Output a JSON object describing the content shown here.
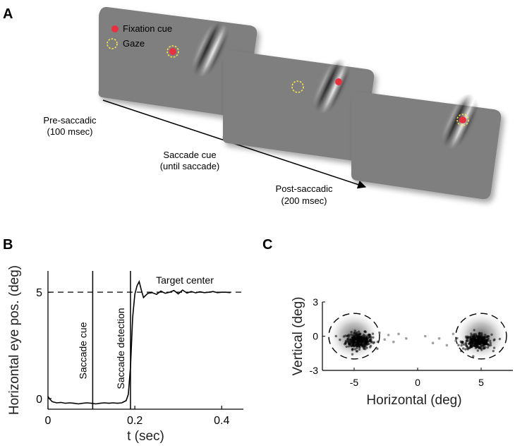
{
  "panels": {
    "a": "A",
    "b": "B",
    "c": "C"
  },
  "panel_a": {
    "legend": {
      "fixation": "Fixation cue",
      "gaze": "Gaze"
    },
    "phases": [
      {
        "line1": "Pre-saccadic",
        "line2": "(100 msec)"
      },
      {
        "line1": "Saccade cue",
        "line2": "(until saccade)"
      },
      {
        "line1": "Post-saccadic",
        "line2": "(200 msec)"
      }
    ],
    "colors": {
      "screen": "#7f7f7f",
      "fixation": "#e8303f",
      "gaze": "#ffe94a"
    }
  },
  "chart_data": [
    {
      "type": "line",
      "panel": "B",
      "xlabel": "t (sec)",
      "ylabel": "Horizontal eye pos. (deg)",
      "xlim": [
        0,
        0.45
      ],
      "ylim": [
        -0.5,
        6
      ],
      "xticks": [
        0,
        0.2,
        0.4
      ],
      "xtick_labels": [
        "0",
        "0.2",
        "0.4"
      ],
      "yticks": [
        0,
        5
      ],
      "ytick_labels": [
        "0",
        "5"
      ],
      "series": [
        {
          "x": [
            0,
            0.005,
            0.01,
            0.02,
            0.03,
            0.04,
            0.05,
            0.06,
            0.07,
            0.08,
            0.09,
            0.1,
            0.11,
            0.12,
            0.13,
            0.14,
            0.15,
            0.16,
            0.17,
            0.175,
            0.18,
            0.185,
            0.19,
            0.195,
            0.2,
            0.205,
            0.21,
            0.215,
            0.22,
            0.225,
            0.23,
            0.24,
            0.25,
            0.26,
            0.27,
            0.28,
            0.29,
            0.3,
            0.31,
            0.32,
            0.33,
            0.34,
            0.35,
            0.36,
            0.37,
            0.38,
            0.39,
            0.4,
            0.41,
            0.42
          ],
          "y": [
            0.1,
            -0.05,
            -0.15,
            -0.2,
            -0.18,
            -0.22,
            -0.2,
            -0.22,
            -0.25,
            -0.22,
            -0.2,
            -0.22,
            -0.25,
            -0.22,
            -0.2,
            -0.22,
            -0.2,
            -0.22,
            -0.2,
            -0.15,
            -0.1,
            0.2,
            1.5,
            3.8,
            4.9,
            5.3,
            5.5,
            5.1,
            4.75,
            4.85,
            4.95,
            4.98,
            4.9,
            5.05,
            4.95,
            5.0,
            5.08,
            4.92,
            5.1,
            4.96,
            5.03,
            4.97,
            5.02,
            4.98,
            5.0,
            5.03,
            4.98,
            5.0,
            5.0,
            4.98
          ]
        }
      ],
      "reference_line": {
        "y": 5,
        "label": "Target center"
      },
      "events": [
        {
          "x": 0.103,
          "label": "Saccade cue"
        },
        {
          "x": 0.19,
          "label": "Saccade detection"
        }
      ]
    },
    {
      "type": "scatter",
      "panel": "C",
      "xlabel": "Horizontal (deg)",
      "ylabel": "Vertical (deg)",
      "xlim": [
        -7.5,
        7.5
      ],
      "ylim": [
        -3,
        3
      ],
      "xticks": [
        -5,
        0,
        5
      ],
      "xtick_labels": [
        "-5",
        "0",
        "5"
      ],
      "yticks": [
        3,
        0,
        -3
      ],
      "ytick_labels": [
        "3",
        "0",
        "-3"
      ],
      "target_windows": [
        {
          "x": -5,
          "y": 0,
          "radius": 2
        },
        {
          "x": 5,
          "y": 0,
          "radius": 2
        }
      ],
      "clusters": [
        {
          "cx": -4.6,
          "cy": -0.4,
          "sx": 0.75,
          "sy": 0.5,
          "n": 300
        },
        {
          "cx": 4.7,
          "cy": -0.5,
          "sx": 0.8,
          "sy": 0.45,
          "n": 300
        }
      ],
      "stray_points": [
        {
          "x": -3.0,
          "y": 0.3
        },
        {
          "x": -2.6,
          "y": -0.3
        },
        {
          "x": -2.3,
          "y": 0.1
        },
        {
          "x": -1.9,
          "y": -0.5
        },
        {
          "x": -1.5,
          "y": 0.2
        },
        {
          "x": -0.9,
          "y": -0.2
        },
        {
          "x": 0.6,
          "y": 0.0
        },
        {
          "x": 1.2,
          "y": -0.6
        },
        {
          "x": 1.7,
          "y": -0.2
        },
        {
          "x": 2.3,
          "y": -0.8
        },
        {
          "x": 2.8,
          "y": 0.2
        },
        {
          "x": 3.0,
          "y": -0.4
        }
      ]
    }
  ]
}
